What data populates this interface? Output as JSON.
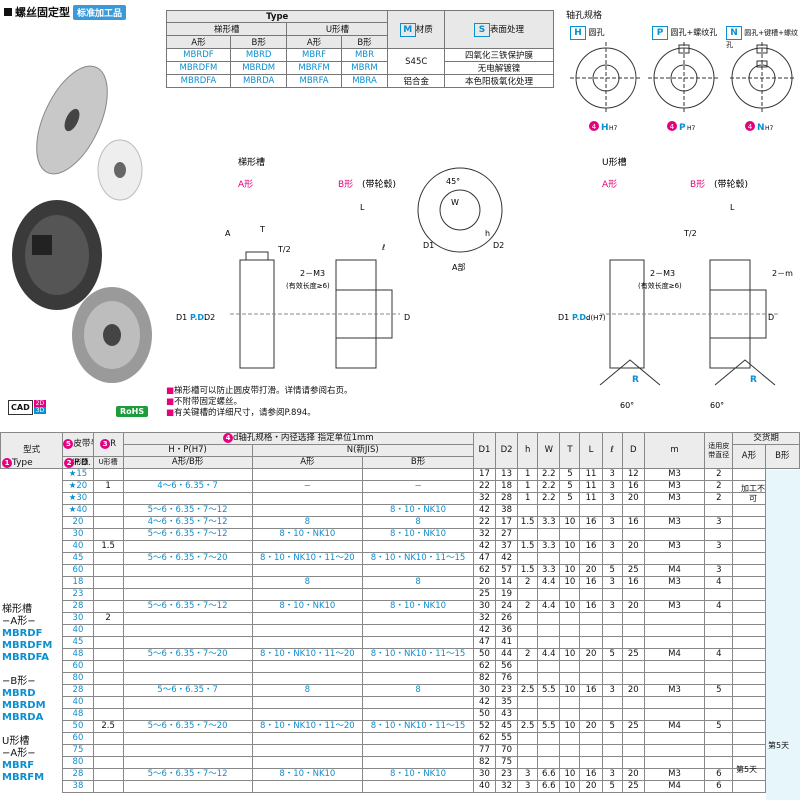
{
  "header": {
    "title": "螺丝固定型",
    "tag": "标准加工品"
  },
  "badges": {
    "cad": "CAD",
    "cad2d": "2D",
    "cad3d": "3D",
    "rohs": "RoHS"
  },
  "type_table": {
    "type_label": "Type",
    "trap": "梯形槽",
    "ushape": "U形槽",
    "a": "A形",
    "b": "B形",
    "a2": "A形",
    "b2": "B形",
    "mat": "材质",
    "surf": "表面处理",
    "mat_key": "M",
    "surf_key": "S",
    "rows": [
      {
        "c1": "MBRDF",
        "c2": "MBRD",
        "c3": "MBRF",
        "c4": "MBR",
        "m": "S45C",
        "s": "四氧化三铁保护膜"
      },
      {
        "c1": "MBRDFM",
        "c2": "MBRDM",
        "c3": "MBRFM",
        "c4": "MBRM",
        "m": "",
        "s": "无电解镀镍"
      },
      {
        "c1": "MBRDFA",
        "c2": "MBRDA",
        "c3": "MBRFA",
        "c4": "MBRA",
        "m": "铝合金",
        "s": "本色阳极氧化处理"
      }
    ]
  },
  "shaft": {
    "title": "轴孔规格",
    "h": "H",
    "h_t": "圆孔",
    "p": "P",
    "p_t": "圆孔+螺纹孔",
    "n": "N",
    "n_t": "圆孔+键槽+螺纹孔",
    "lh": "H",
    "lp": "P",
    "ln": "N",
    "sub": "H7",
    "num": "4"
  },
  "diagram": {
    "trap_title": "梯形槽",
    "u_title": "U形槽",
    "a_form": "A形",
    "b_form": "B形",
    "b_hub": "(带轮毂)",
    "a_label": "A部",
    "t2": "T/2",
    "m3": "2－M3",
    "eff": "(有效长度≥6)",
    "twom": "2－m",
    "d1": "D1",
    "d2": "D2",
    "pd": "P.D.",
    "d": "D",
    "l": "L",
    "t": "T",
    "w": "W",
    "h": "h",
    "ell": "ℓ",
    "a": "A",
    "r": "R",
    "deg45": "45°",
    "deg60": "60°",
    "dh7": "d(H7)"
  },
  "notes": [
    "梯形槽可以防止圆皮带打滑。详情请参阅右页。",
    "不附带固定螺丝。",
    "有关键槽的详细尺寸，请参阅P.894。"
  ],
  "main": {
    "h_type": "型式",
    "h_belt": "皮带半径",
    "h_r": "R",
    "h_bore": "d轴孔规格・内径选择  指定单位1mm",
    "h_hp": "H・P",
    "h_hp_sub": "(H7)",
    "h_n": "N",
    "h_n_sub": "(新JIS)",
    "h_ab": "A形/B形",
    "h_a": "A形",
    "h_b": "B形",
    "h_type1": "Type",
    "h_pd": "P.D.",
    "h_trap": "梯形槽",
    "h_u": "U形槽",
    "cols": [
      "D1",
      "D2",
      "h",
      "W",
      "T",
      "L",
      "ℓ",
      "D",
      "m",
      "适用皮带直径",
      "A形",
      "B形"
    ],
    "h_lead": "交货期",
    "side_lines": [
      "梯形槽",
      "−A形−",
      "MBRDF",
      "MBRDFM",
      "MBRDFA",
      "",
      "−B形−",
      "MBRD",
      "MBRDM",
      "MBRDA",
      "",
      "U形槽",
      "−A形−",
      "MBRF",
      "MBRFM"
    ],
    "lead_a": "加工不可",
    "lead_5a": "第5天",
    "lead_5b": "第5天",
    "rows": [
      [
        "★15",
        "",
        "",
        "",
        "",
        "",
        "17",
        "13",
        "1",
        "2.2",
        "5",
        "11",
        "3",
        "12",
        "M3",
        "2"
      ],
      [
        "★20",
        "1",
        "4～6・6.35・7",
        "−",
        "−",
        "",
        "22",
        "18",
        "1",
        "2.2",
        "5",
        "11",
        "3",
        "16",
        "M3",
        "2"
      ],
      [
        "★30",
        "",
        "",
        "",
        "",
        "",
        "32",
        "28",
        "1",
        "2.2",
        "5",
        "11",
        "3",
        "20",
        "M3",
        "2"
      ],
      [
        "★40",
        "",
        "5～6・6.35・7～12",
        "",
        "8・10・NK10",
        "",
        "42",
        "38",
        "",
        "",
        "",
        "",
        "",
        "",
        "",
        ""
      ],
      [
        "20",
        "",
        "4～6・6.35・7～12",
        "8",
        "8",
        "",
        "22",
        "17",
        "1.5",
        "3.3",
        "10",
        "16",
        "3",
        "16",
        "M3",
        "3"
      ],
      [
        "30",
        "",
        "5～6・6.35・7～12",
        "8・10・NK10",
        "8・10・NK10",
        "",
        "32",
        "27",
        "",
        "",
        "",
        "",
        "",
        "",
        "",
        ""
      ],
      [
        "40",
        "1.5",
        "",
        "",
        "",
        "",
        "42",
        "37",
        "1.5",
        "3.3",
        "10",
        "16",
        "3",
        "20",
        "M3",
        "3"
      ],
      [
        "45",
        "",
        "5～6・6.35・7～20",
        "8・10・NK10・11～20",
        "8・10・NK10・11～15",
        "",
        "47",
        "42",
        "",
        "",
        "",
        "",
        "",
        "",
        "",
        ""
      ],
      [
        "60",
        "",
        "",
        "",
        "",
        "",
        "62",
        "57",
        "1.5",
        "3.3",
        "10",
        "20",
        "5",
        "25",
        "M4",
        "3"
      ],
      [
        "18",
        "",
        "",
        "8",
        "8",
        "",
        "20",
        "14",
        "2",
        "4.4",
        "10",
        "16",
        "3",
        "16",
        "M3",
        "4"
      ],
      [
        "23",
        "",
        "",
        "",
        "",
        "",
        "25",
        "19",
        "",
        "",
        "",
        "",
        "",
        "",
        "",
        ""
      ],
      [
        "28",
        "",
        "5～6・6.35・7～12",
        "8・10・NK10",
        "8・10・NK10",
        "",
        "30",
        "24",
        "2",
        "4.4",
        "10",
        "16",
        "3",
        "20",
        "M3",
        "4"
      ],
      [
        "30",
        "2",
        "",
        "",
        "",
        "",
        "32",
        "26",
        "",
        "",
        "",
        "",
        "",
        "",
        "",
        ""
      ],
      [
        "40",
        "",
        "",
        "",
        "",
        "",
        "42",
        "36",
        "",
        "",
        "",
        "",
        "",
        "",
        "",
        ""
      ],
      [
        "45",
        "",
        "",
        "",
        "",
        "",
        "47",
        "41",
        "",
        "",
        "",
        "",
        "",
        "",
        "",
        ""
      ],
      [
        "48",
        "",
        "5～6・6.35・7～20",
        "8・10・NK10・11～20",
        "8・10・NK10・11～15",
        "",
        "50",
        "44",
        "2",
        "4.4",
        "10",
        "20",
        "5",
        "25",
        "M4",
        "4"
      ],
      [
        "60",
        "",
        "",
        "",
        "",
        "",
        "62",
        "56",
        "",
        "",
        "",
        "",
        "",
        "",
        "",
        ""
      ],
      [
        "80",
        "",
        "",
        "",
        "",
        "",
        "82",
        "76",
        "",
        "",
        "",
        "",
        "",
        "",
        "",
        ""
      ],
      [
        "28",
        "",
        "5～6・6.35・7",
        "8",
        "8",
        "",
        "30",
        "23",
        "2.5",
        "5.5",
        "10",
        "16",
        "3",
        "20",
        "M3",
        "5"
      ],
      [
        "40",
        "",
        "",
        "",
        "",
        "",
        "42",
        "35",
        "",
        "",
        "",
        "",
        "",
        "",
        "",
        ""
      ],
      [
        "48",
        "",
        "",
        "",
        "",
        "",
        "50",
        "43",
        "",
        "",
        "",
        "",
        "",
        "",
        "",
        ""
      ],
      [
        "50",
        "2.5",
        "5～6・6.35・7～20",
        "8・10・NK10・11～20",
        "8・10・NK10・11～15",
        "",
        "52",
        "45",
        "2.5",
        "5.5",
        "10",
        "20",
        "5",
        "25",
        "M4",
        "5"
      ],
      [
        "60",
        "",
        "",
        "",
        "",
        "",
        "62",
        "55",
        "",
        "",
        "",
        "",
        "",
        "",
        "",
        ""
      ],
      [
        "75",
        "",
        "",
        "",
        "",
        "",
        "77",
        "70",
        "",
        "",
        "",
        "",
        "",
        "",
        "",
        ""
      ],
      [
        "80",
        "",
        "",
        "",
        "",
        "",
        "82",
        "75",
        "",
        "",
        "",
        "",
        "",
        "",
        "",
        ""
      ],
      [
        "28",
        "",
        "5～6・6.35・7～12",
        "8・10・NK10",
        "8・10・NK10",
        "",
        "30",
        "23",
        "3",
        "6.6",
        "10",
        "16",
        "3",
        "20",
        "M3",
        "6"
      ],
      [
        "38",
        "",
        "",
        "",
        "",
        "",
        "40",
        "32",
        "3",
        "6.6",
        "10",
        "20",
        "5",
        "25",
        "M4",
        "6"
      ]
    ]
  }
}
